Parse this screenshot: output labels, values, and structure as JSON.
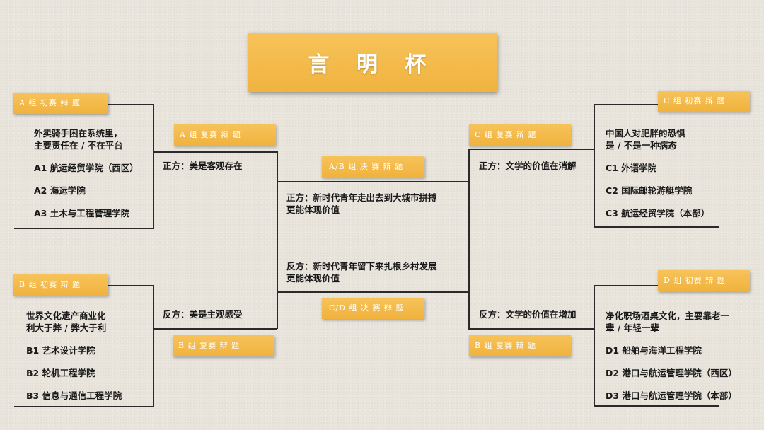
{
  "title": "言 明 杯",
  "groups": {
    "a": {
      "label": "A 组 初赛 辩 题",
      "topic_line1": "外卖骑手困在系统里，",
      "topic_line2": "主要责任在 / 不在平台",
      "teams": [
        "A1 航运经贸学院（西区）",
        "A2 海运学院",
        "A3 土木与工程管理学院"
      ]
    },
    "b": {
      "label": "B 组 初赛 辩 题",
      "topic_line1": "世界文化遗产商业化",
      "topic_line2": "利大于弊 / 弊大于利",
      "teams": [
        "B1 艺术设计学院",
        "B2 轮机工程学院",
        "B3 信息与通信工程学院"
      ]
    },
    "c": {
      "label": "C 组 初赛 辩 题",
      "topic_line1": "中国人对肥胖的恐惧",
      "topic_line2": "是 / 不是一种病态",
      "teams": [
        "C1 外语学院",
        "C2 国际邮轮游艇学院",
        "C3 航运经贸学院（本部）"
      ]
    },
    "d": {
      "label": "D 组 初赛 辩 题",
      "topic_line1": "净化职场酒桌文化，主要靠老一",
      "topic_line2": "辈 / 年轻一辈",
      "teams": [
        "D1 船舶与海洋工程学院",
        "D2 港口与航运管理学院（西区）",
        "D3 港口与航运管理学院（本部）"
      ]
    }
  },
  "semis": {
    "a_label": "A 组 复赛 辩 题",
    "b_label": "B 组 复赛 辩 题",
    "c_label": "C 组 复赛 辩 题",
    "d_label": "B 组 复赛 辩 题",
    "left_pro": "正方：美是客观存在",
    "left_con": "反方：美是主观感受",
    "right_pro": "正方：文学的价值在消解",
    "right_con": "反方：文学的价值在增加"
  },
  "finals": {
    "ab_label": "A/B 组 决 赛 辩 题",
    "cd_label": "C/D 组 决 赛 辩 题",
    "pro_line1": "正方：新时代青年走出去到大城市拼搏",
    "pro_line2": "更能体现价值",
    "con_line1": "反方：新时代青年留下来扎根乡村发展",
    "con_line2": "更能体现价值"
  }
}
